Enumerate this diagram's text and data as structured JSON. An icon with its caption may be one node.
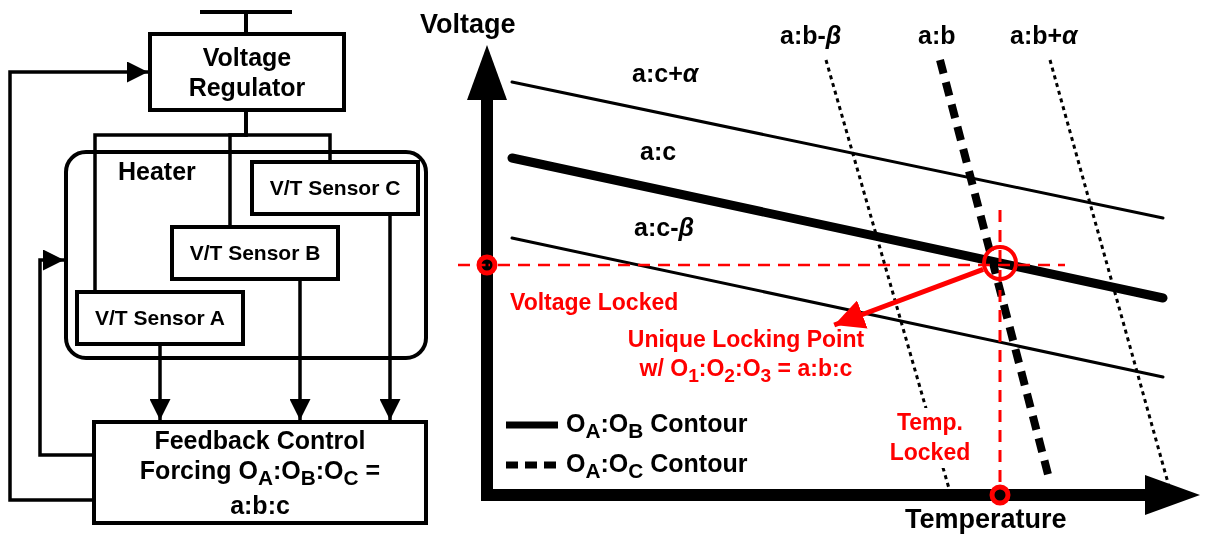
{
  "diagram": {
    "nodes": [
      {
        "text": [
          "Voltage Regulator"
        ]
      },
      {
        "text": [
          "Heater"
        ]
      },
      {
        "text": [
          "V/T Sensor C"
        ],
        "in": 1
      },
      {
        "text": [
          "V/T Sensor B"
        ],
        "in": 1
      },
      {
        "text": [
          "V/T Sensor A"
        ],
        "in": 1
      },
      {
        "text": [
          "Feedback Control Forcing O$_{A}$:O$_{B}$:O$_{C}$ = a:b:c"
        ]
      },
      {
        "text": [],
        "shape": "circle"
      },
      {
        "text": [
          "Unique Locking Point w/ O$_{1}$:O$_{2}$:O$_{3}$ = a:b:c"
        ]
      }
    ],
    "edges": [
      {
        "from": 0,
        "to": 4,
        "arrow": "none"
      },
      {
        "from": 0,
        "to": 3,
        "arrow": "none"
      },
      {
        "from": 0,
        "to": 2,
        "arrow": "none"
      },
      {
        "from": 4,
        "to": 5,
        "arrow": "to"
      },
      {
        "from": 3,
        "to": 5,
        "arrow": "to"
      },
      {
        "from": 2,
        "to": 5,
        "arrow": "to"
      },
      {
        "from": 5,
        "to": 1,
        "arrow": "to"
      },
      {
        "from": 5,
        "to": 0,
        "arrow": "to"
      },
      {
        "from": 6,
        "to": 7,
        "arrow": "to",
        "color": "#ff0000"
      }
    ],
    "labels": [
      "Voltage",
      "a:b-*β*",
      "a:b",
      "a:b+*α*",
      "a:c+*α*",
      "a:c",
      "a:c-*β*",
      "Voltage Locked",
      "Temp. Locked",
      "Temperature"
    ],
    "legend": [
      {
        "text": "O$_{A}$:O$_{B}$ Contour"
      },
      {
        "text": "O$_{A}$:O$_{C}$ Contour"
      }
    ]
  }
}
